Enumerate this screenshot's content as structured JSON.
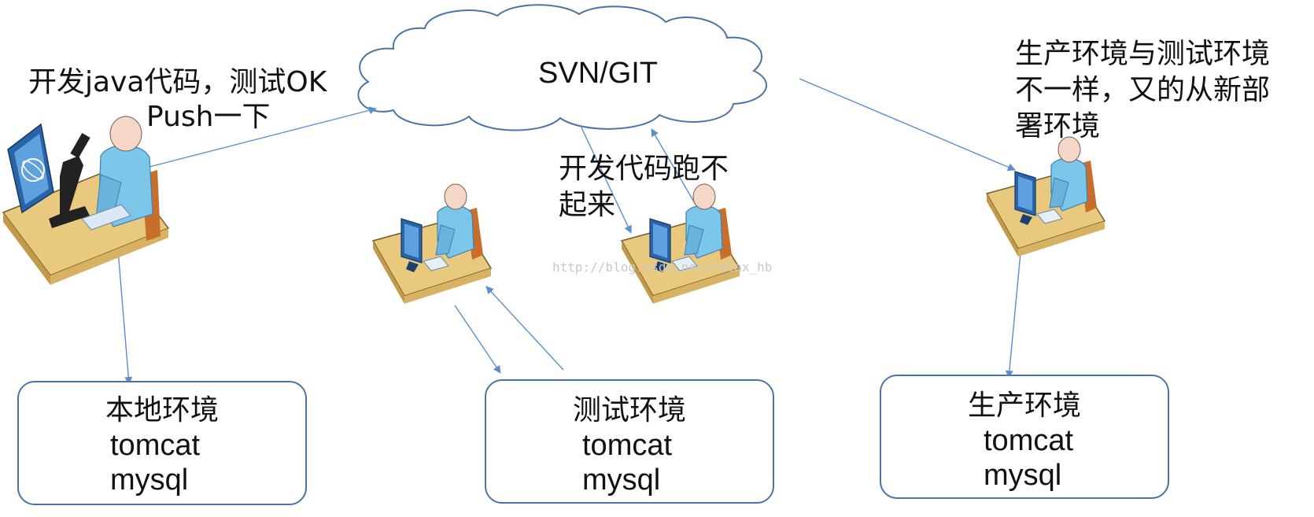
{
  "cloud": {
    "label": "SVN/GIT"
  },
  "annotations": {
    "dev_push_line1": "开发java代码，测试OK",
    "dev_push_line2": "Push一下",
    "test_fail_line1": "开发代码跑不",
    "test_fail_line2": "起来",
    "prod_line1": "生产环境与测试环境",
    "prod_line2": "不一样，又的从新部",
    "prod_line3": "署环境"
  },
  "environments": {
    "local": {
      "title": "本地环境",
      "server": "tomcat",
      "db": "mysql"
    },
    "test": {
      "title": "测试环境",
      "server": "tomcat",
      "db": "mysql"
    },
    "prod": {
      "title": "生产环境",
      "server": "tomcat",
      "db": "mysql"
    }
  },
  "watermark": "http://blog.csdn.net/relax_hb",
  "colors": {
    "cloud_fill": "#ffffff",
    "cloud_stroke": "#4a74a6",
    "arrow": "#5b8ed0",
    "desk": "#e9c97e",
    "person": "#7cc6ea",
    "monitor": "#2a63a8"
  }
}
